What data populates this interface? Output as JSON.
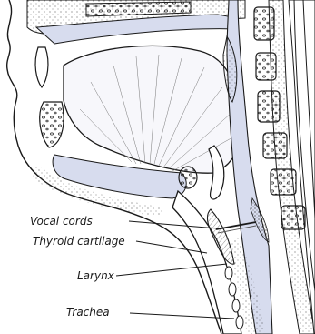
{
  "diagram": {
    "labels": {
      "vocal_cords": "Vocal cords",
      "thyroid_cartilage": "Thyroid cartilage",
      "larynx": "Larynx",
      "trachea": "Trachea"
    },
    "colors": {
      "stroke": "#1a1a1a",
      "tissue_fill": "#ffffff",
      "shade_fill": "#d7dcee",
      "bone_fill": "#f4f4f4",
      "cavity_fill": "#f7f7fb"
    }
  }
}
